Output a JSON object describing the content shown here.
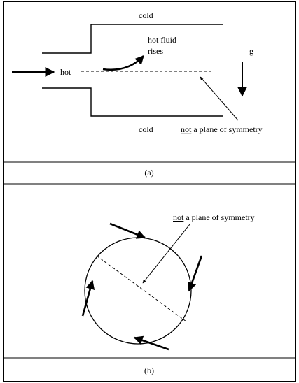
{
  "panel_a": {
    "label_cold_top": "cold",
    "label_cold_bottom": "cold",
    "label_hot": "hot",
    "label_hot_fluid": "hot fluid",
    "label_rises": "rises",
    "label_g": "g",
    "label_not": "not",
    "label_plane": " a plane of symmetry",
    "caption": "(a)"
  },
  "panel_b": {
    "label_not": "not",
    "label_plane": " a plane of symmetry",
    "caption": "(b)"
  }
}
